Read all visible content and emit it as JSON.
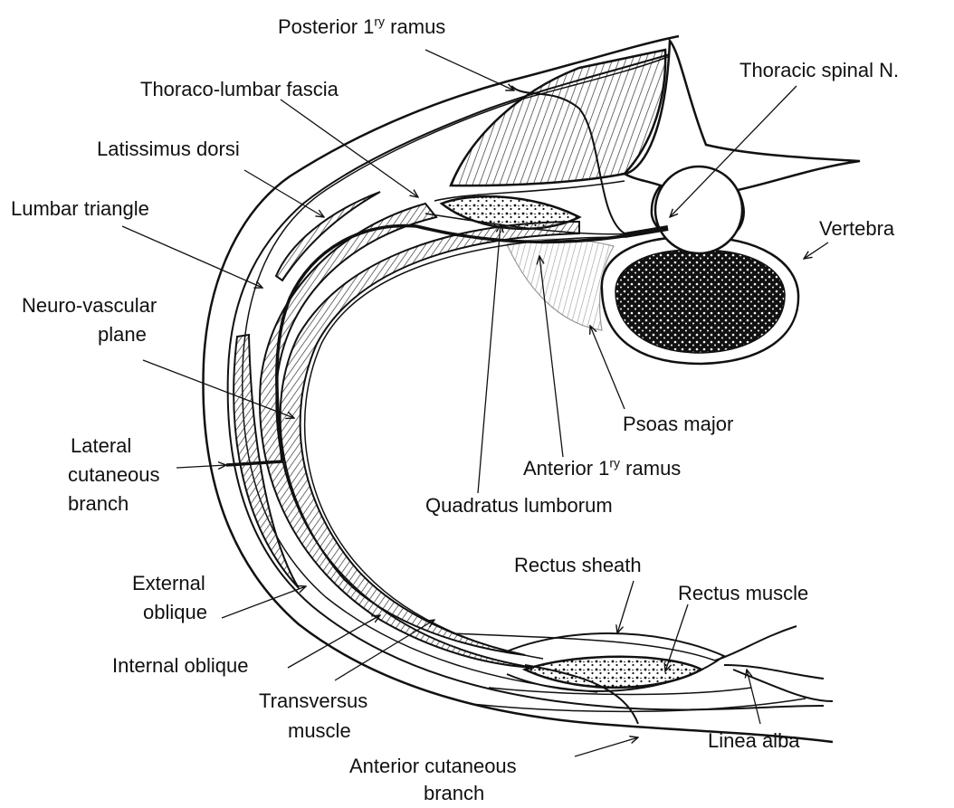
{
  "labels": {
    "posterior_ramus": {
      "pre": "Posterior 1",
      "sup": "ry",
      "post": " ramus"
    },
    "thoracic_spinal_n": "Thoracic spinal N.",
    "thoraco_lumbar_fascia": "Thoraco-lumbar fascia",
    "latissimus_dorsi": "Latissimus dorsi",
    "lumbar_triangle": "Lumbar triangle",
    "vertebra": "Vertebra",
    "neuro_vascular_plane": [
      "Neuro-vascular",
      "plane"
    ],
    "psoas_major": "Psoas major",
    "lateral_cutaneous_branch": [
      "Lateral",
      "cutaneous",
      "branch"
    ],
    "anterior_ramus": {
      "pre": "Anterior 1",
      "sup": "ry",
      "post": " ramus"
    },
    "quadratus_lumborum": "Quadratus lumborum",
    "rectus_sheath": "Rectus sheath",
    "rectus_muscle": "Rectus muscle",
    "external_oblique": [
      "External",
      "oblique"
    ],
    "internal_oblique": "Internal oblique",
    "transversus_muscle": [
      "Transversus",
      "muscle"
    ],
    "linea_alba": "Linea alba",
    "anterior_cutaneous_branch": [
      "Anterior cutaneous",
      "branch"
    ]
  },
  "colors": {
    "ink": "#111111",
    "hatch": "#333333",
    "psoas_hatch": "#9a9a9a",
    "background": "#ffffff"
  }
}
